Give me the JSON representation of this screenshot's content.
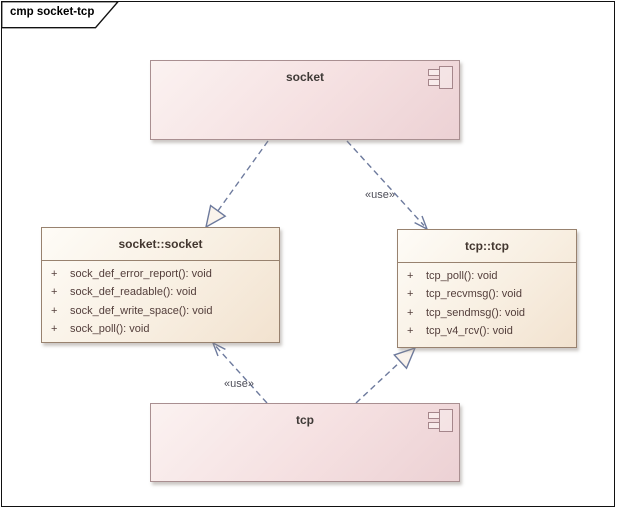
{
  "frame": {
    "label": "cmp socket-tcp"
  },
  "components": {
    "socket": {
      "name": "socket"
    },
    "tcp": {
      "name": "tcp"
    }
  },
  "classes": {
    "socket_socket": {
      "title": "socket::socket",
      "methods": [
        {
          "vis": "+",
          "sig": "sock_def_error_report(): void"
        },
        {
          "vis": "+",
          "sig": "sock_def_readable(): void"
        },
        {
          "vis": "+",
          "sig": "sock_def_write_space(): void"
        },
        {
          "vis": "+",
          "sig": "sock_poll(): void"
        }
      ]
    },
    "tcp_tcp": {
      "title": "tcp::tcp",
      "methods": [
        {
          "vis": "+",
          "sig": "tcp_poll(): void"
        },
        {
          "vis": "+",
          "sig": "tcp_recvmsg(): void"
        },
        {
          "vis": "+",
          "sig": "tcp_sendmsg(): void"
        },
        {
          "vis": "+",
          "sig": "tcp_v4_rcv(): void"
        }
      ]
    }
  },
  "connectors": {
    "socket_realizes_socket_socket": {
      "type": "realization"
    },
    "socket_uses_tcp_tcp": {
      "type": "dependency",
      "stereotype": "«use»"
    },
    "tcp_uses_socket_socket": {
      "type": "dependency",
      "stereotype": "«use»"
    },
    "tcp_realizes_tcp_tcp": {
      "type": "realization"
    }
  },
  "colors": {
    "component_fill_light": "#fbf2f1",
    "component_fill_dark": "#ecd1d4",
    "component_border": "#a98f91",
    "class_fill_light": "#fefcf7",
    "class_fill_dark": "#f2e2cf",
    "class_border": "#98826f",
    "connector": "#6d7a9d",
    "arrowhead_fill": "#faf3ec",
    "text_dark": "#42362f",
    "method_text": "#533e3b",
    "frame_border": "#111111"
  }
}
